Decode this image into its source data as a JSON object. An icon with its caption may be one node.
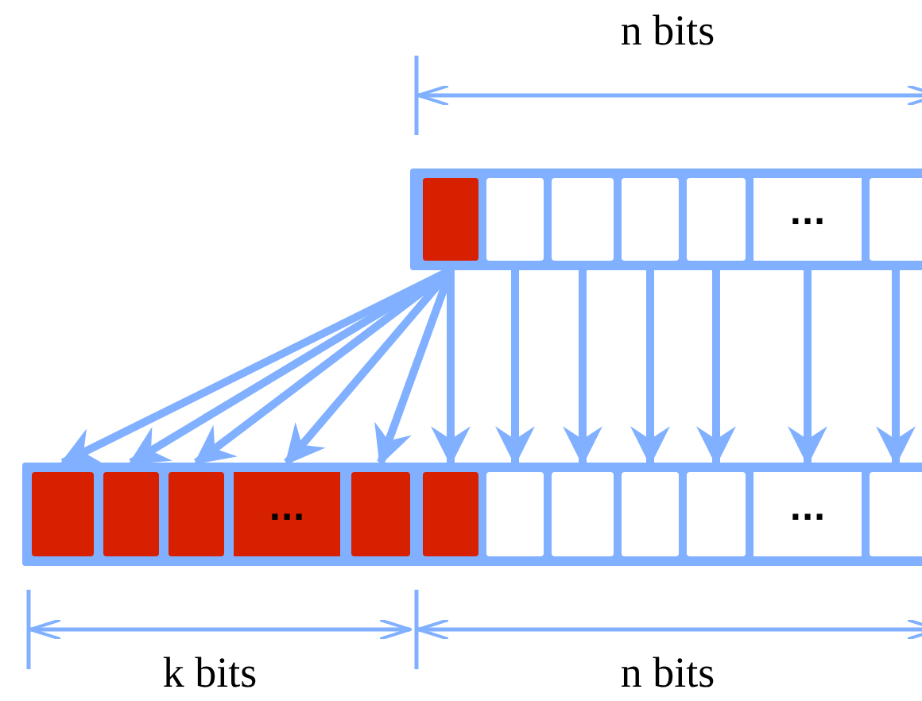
{
  "diagram": {
    "nodes": [
      {
        "text": [],
        "shape": "box"
      },
      {
        "text": [],
        "shape": "box",
        "in": 0
      },
      {
        "text": [],
        "shape": "box",
        "in": 0
      },
      {
        "text": [],
        "shape": "box",
        "in": 0
      },
      {
        "text": [],
        "shape": "box",
        "in": 0
      },
      {
        "text": [],
        "shape": "box",
        "in": 0
      },
      {
        "text": [
          "..."
        ],
        "in": 0
      },
      {
        "text": [],
        "shape": "box",
        "in": 0
      },
      {
        "text": [],
        "shape": "box"
      },
      {
        "text": [],
        "shape": "box",
        "in": 8
      },
      {
        "text": [],
        "shape": "box",
        "in": 8
      },
      {
        "text": [],
        "shape": "box",
        "in": 8
      },
      {
        "text": [
          "..."
        ],
        "in": 8
      },
      {
        "text": [],
        "shape": "box",
        "in": 8
      },
      {
        "text": [],
        "shape": "box",
        "in": 8
      },
      {
        "text": [],
        "shape": "box",
        "in": 8
      },
      {
        "text": [],
        "shape": "box",
        "in": 8
      },
      {
        "text": [],
        "shape": "box",
        "in": 8
      },
      {
        "text": [],
        "shape": "box",
        "in": 8
      },
      {
        "text": [
          "..."
        ],
        "in": 8
      },
      {
        "text": [],
        "shape": "box",
        "in": 8
      }
    ],
    "edges": [
      {
        "from": 1,
        "to": 9,
        "arrow": "to"
      },
      {
        "from": 1,
        "to": 10,
        "arrow": "to"
      },
      {
        "from": 1,
        "to": 11,
        "arrow": "to"
      },
      {
        "from": 1,
        "to": 12,
        "arrow": "to"
      },
      {
        "from": 1,
        "to": 13,
        "arrow": "to"
      },
      {
        "from": 1,
        "to": 14,
        "arrow": "to"
      },
      {
        "from": 2,
        "to": 15,
        "arrow": "to"
      },
      {
        "from": 3,
        "to": 16,
        "arrow": "to"
      },
      {
        "from": 4,
        "to": 17,
        "arrow": "to"
      },
      {
        "from": 5,
        "to": 18,
        "arrow": "to"
      },
      {
        "from": 6,
        "to": 19,
        "arrow": "to"
      },
      {
        "from": 7,
        "to": 20,
        "arrow": "to"
      }
    ],
    "labels": [
      "n bits",
      "k bits",
      "n bits"
    ]
  }
}
